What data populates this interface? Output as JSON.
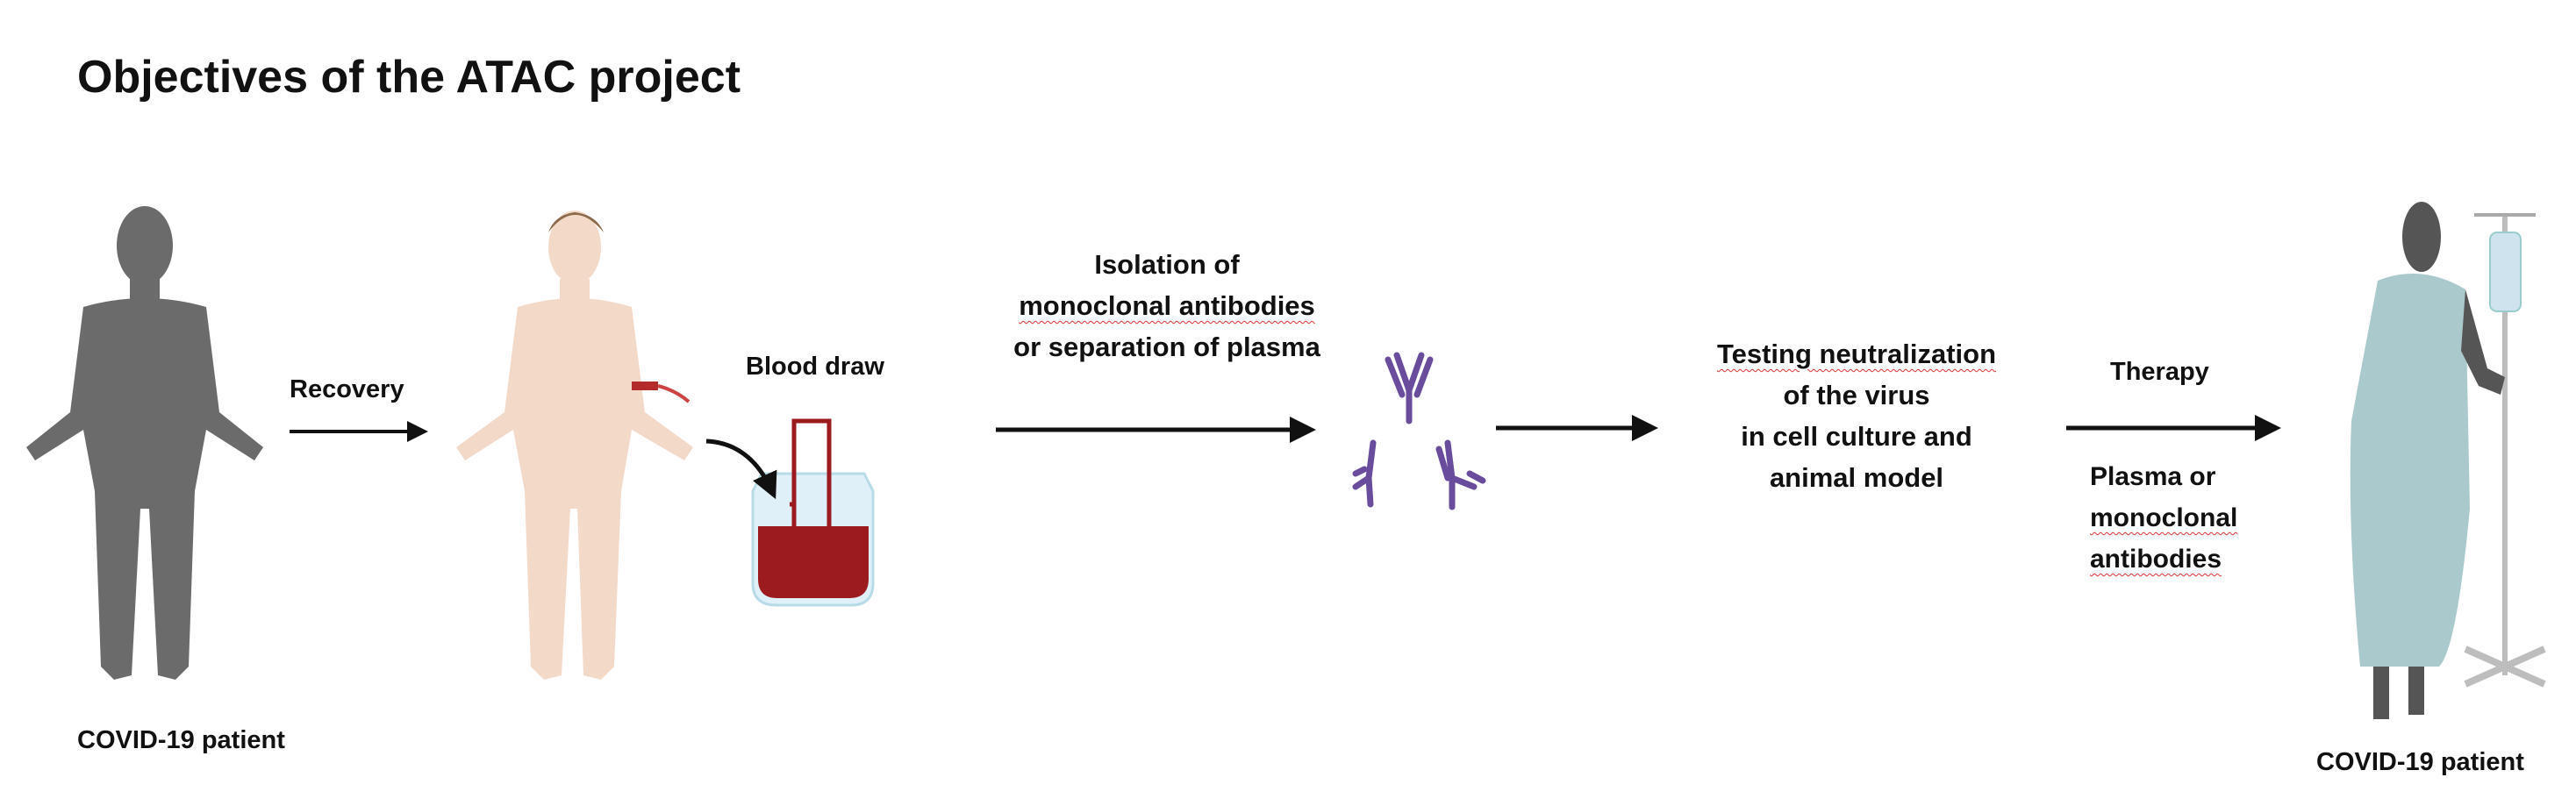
{
  "title": "Objectives of the ATAC project",
  "steps": {
    "patient_left": "COVID-19 patient",
    "recovery": "Recovery",
    "blood_draw": "Blood draw",
    "isolation": [
      "Isolation of",
      "monoclonal antibodies",
      "or separation of plasma"
    ],
    "testing": [
      "Testing neutralization",
      "of  the virus",
      "in cell culture and",
      "animal model"
    ],
    "therapy": "Therapy",
    "therapy_options": [
      "Plasma or",
      "monoclonal",
      "antibodies"
    ],
    "patient_right": "COVID-19 patient"
  },
  "colors": {
    "silhouette": "#6b6b6b",
    "skin": "#f3d9c8",
    "blood": "#9b1b1f",
    "antibody": "#6a4c9c",
    "gown": "#a9c9cc",
    "arrow": "#111111"
  }
}
